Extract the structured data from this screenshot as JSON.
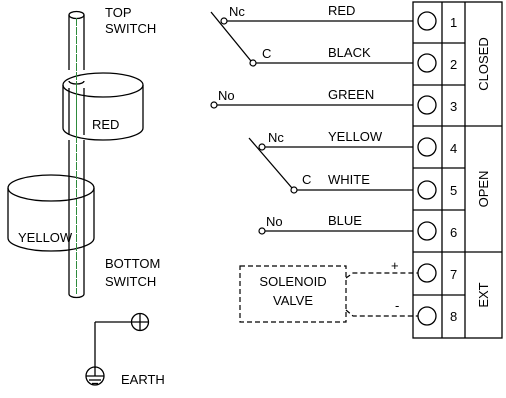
{
  "float_switch": {
    "top_label_1": "TOP",
    "top_label_2": "SWITCH",
    "top_float_label": "RED",
    "bottom_float_label": "YELLOW",
    "bottom_label_1": "BOTTOM",
    "bottom_label_2": "SWITCH",
    "earth_label": "EARTH"
  },
  "contacts": {
    "nc_top": "Nc",
    "c_top": "C",
    "no_top": "No",
    "nc_bottom": "Nc",
    "c_bottom": "C",
    "no_bottom": "No"
  },
  "wires": [
    {
      "label": "RED",
      "terminal": "1"
    },
    {
      "label": "BLACK",
      "terminal": "2"
    },
    {
      "label": "GREEN",
      "terminal": "3"
    },
    {
      "label": "YELLOW",
      "terminal": "4"
    },
    {
      "label": "WHITE",
      "terminal": "5"
    },
    {
      "label": "BLUE",
      "terminal": "6"
    }
  ],
  "terminals": [
    "1",
    "2",
    "3",
    "4",
    "5",
    "6",
    "7",
    "8"
  ],
  "groups": {
    "closed": "CLOSED",
    "open": "OPEN",
    "ext": "EXT"
  },
  "solenoid": {
    "line1": "SOLENOID",
    "line2": "VALVE",
    "plus": "+",
    "minus": "-"
  }
}
